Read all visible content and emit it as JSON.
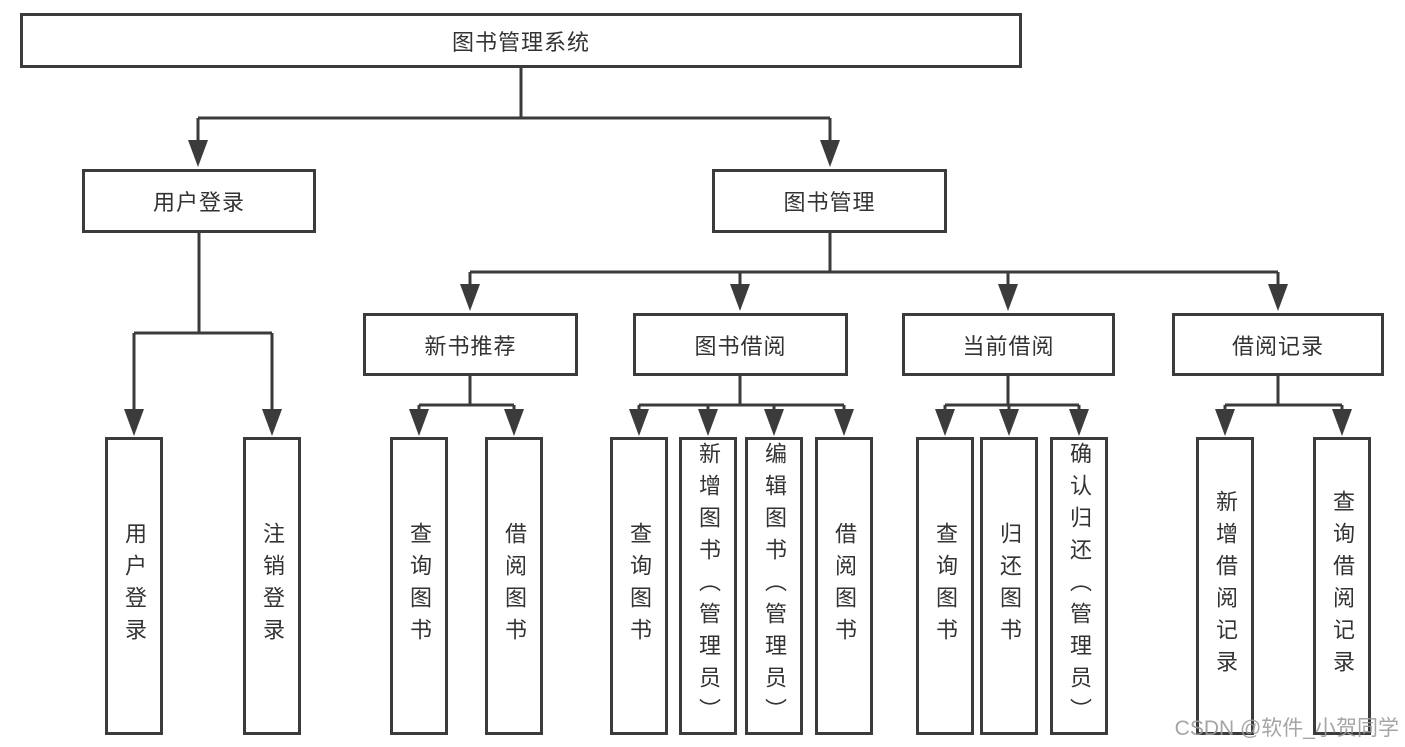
{
  "diagram_type": "hierarchy-tree",
  "tree": {
    "root": {
      "label": "图书管理系统"
    },
    "children": [
      {
        "label": "用户登录",
        "children": [
          {
            "label": "用户登录"
          },
          {
            "label": "注销登录"
          }
        ]
      },
      {
        "label": "图书管理",
        "children": [
          {
            "label": "新书推荐",
            "children": [
              {
                "label": "查询图书"
              },
              {
                "label": "借阅图书"
              }
            ]
          },
          {
            "label": "图书借阅",
            "children": [
              {
                "label": "查询图书"
              },
              {
                "label": "新增图书（管理员）"
              },
              {
                "label": "编辑图书（管理员）"
              },
              {
                "label": "借阅图书"
              }
            ]
          },
          {
            "label": "当前借阅",
            "children": [
              {
                "label": "查询图书"
              },
              {
                "label": "归还图书"
              },
              {
                "label": "确认归还（管理员）"
              }
            ]
          },
          {
            "label": "借阅记录",
            "children": [
              {
                "label": "新增借阅记录"
              },
              {
                "label": "查询借阅记录"
              }
            ]
          }
        ]
      }
    ]
  },
  "watermark": {
    "text": "CSDN @软件_小贺同学"
  },
  "colors": {
    "line": "#3b3b3b",
    "box_border": "#3b3b3b",
    "text": "#333333",
    "background": "#ffffff",
    "watermark": "#9b9b9b"
  }
}
